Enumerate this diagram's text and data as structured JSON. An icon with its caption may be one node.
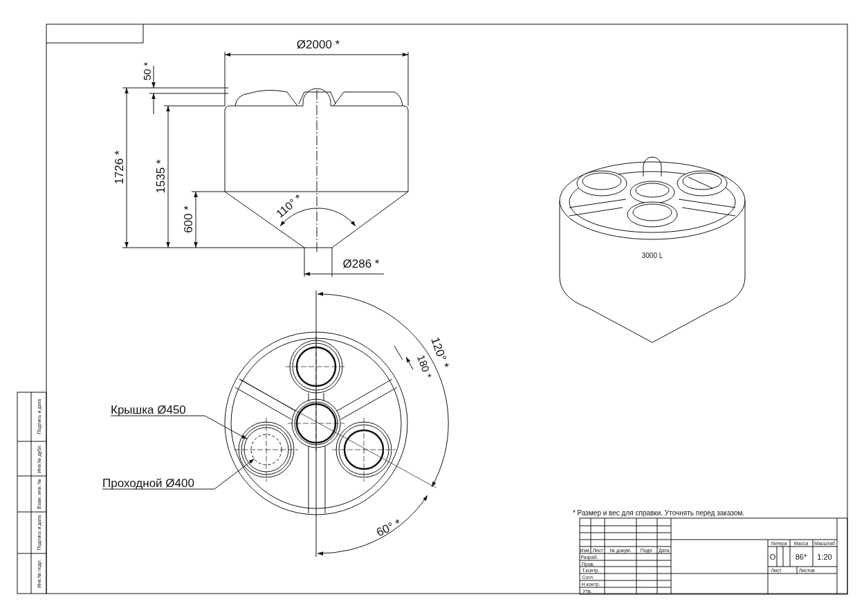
{
  "diagram": {
    "nodes": [
      {
        "text": [
          "Крышка Ø450"
        ]
      },
      {
        "text": [],
        "shape": "circle"
      },
      {
        "text": [
          "Проходной Ø400"
        ]
      },
      {
        "text": [],
        "shape": "circle",
        "in": 1
      }
    ],
    "edges": [
      {
        "from": 0,
        "to": 1,
        "arrow": "to"
      },
      {
        "from": 2,
        "to": 3,
        "arrow": "to"
      }
    ],
    "labels": [
      "Ø2000 *",
      "50 *",
      "1726 *",
      "1535 *",
      "600 *",
      "110° *",
      "Ø286 *",
      "3000 L",
      "120° *",
      "180 *",
      "60° *",
      "* Размер и вес для справки. Уточнять перед заказом.",
      "Литера",
      "Масса",
      "Масштаб",
      "Изм.",
      "Лист",
      "№ докум.",
      "Подп.",
      "Дата",
      "Разраб.",
      "О",
      "86*",
      "1:20",
      "Пров.",
      "Лист",
      "Листов",
      "Т.контр.",
      "Согл.",
      "Н.контр.",
      "Утв.",
      "Подпись и дата",
      "Инв.№ дубл.",
      "Взам. инв. №",
      "Подпись и дата",
      "Инв.№ подл."
    ]
  }
}
